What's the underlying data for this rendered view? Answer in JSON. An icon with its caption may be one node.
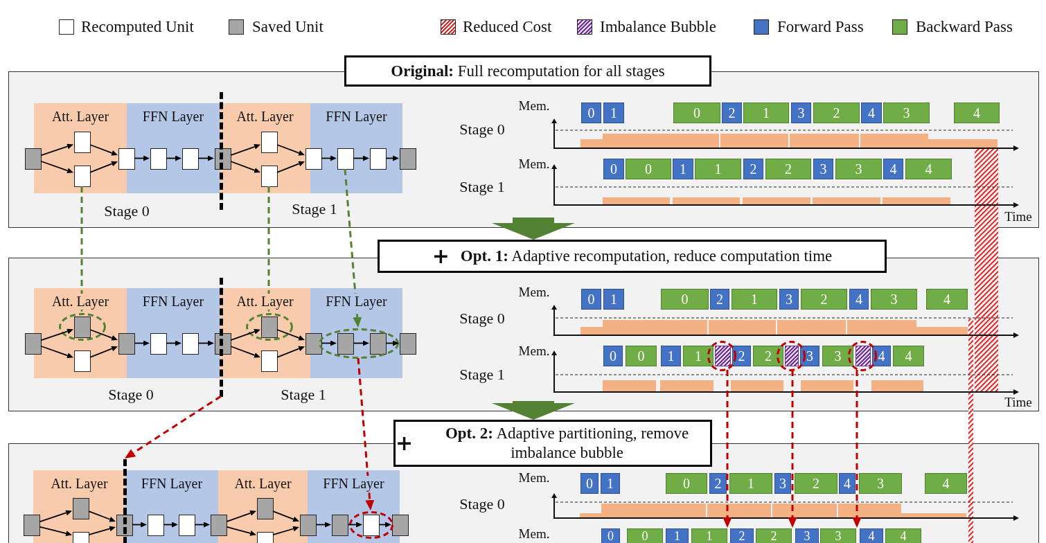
{
  "diagram": {
    "nodes": [
      {
        "text": [
          "**Original:** Full recomputation for all stages"
        ]
      },
      {
        "text": [],
        "shape": "box"
      },
      {
        "text": [
          "Att. Layer"
        ],
        "in": 1
      },
      {
        "text": [
          "FFN Layer"
        ],
        "in": 1
      },
      {
        "text": [
          "Att. Layer"
        ],
        "in": 1
      },
      {
        "text": [
          "FFN Layer"
        ],
        "in": 1
      },
      {
        "text": [],
        "shape": "box",
        "in": 1
      },
      {
        "text": [],
        "shape": "box",
        "in": 2
      },
      {
        "text": [],
        "shape": "box",
        "in": 2
      },
      {
        "text": [],
        "shape": "box",
        "in": 1
      },
      {
        "text": [],
        "shape": "box",
        "in": 3
      },
      {
        "text": [],
        "shape": "box",
        "in": 3
      },
      {
        "text": [],
        "shape": "box",
        "in": 1
      },
      {
        "text": [],
        "shape": "box",
        "in": 4
      },
      {
        "text": [],
        "shape": "box",
        "in": 4
      },
      {
        "text": [],
        "shape": "box",
        "in": 1
      },
      {
        "text": [],
        "shape": "box",
        "in": 5
      },
      {
        "text": [],
        "shape": "box",
        "in": 5
      },
      {
        "text": [],
        "shape": "box",
        "in": 1
      },
      {
        "text": [],
        "shape": "bar",
        "in": 1
      },
      {
        "text": [
          "0"
        ],
        "in": 1
      },
      {
        "text": [
          "1"
        ],
        "in": 1
      },
      {
        "text": [
          "0"
        ],
        "in": 1
      },
      {
        "text": [
          "2"
        ],
        "in": 1
      },
      {
        "text": [
          "1"
        ],
        "in": 1
      },
      {
        "text": [
          "3"
        ],
        "in": 1
      },
      {
        "text": [
          "2"
        ],
        "in": 1
      },
      {
        "text": [
          "4"
        ],
        "in": 1
      },
      {
        "text": [
          "3"
        ],
        "in": 1
      },
      {
        "text": [
          "4"
        ],
        "in": 1
      },
      {
        "text": [
          "0"
        ],
        "in": 1
      },
      {
        "text": [
          "0"
        ],
        "in": 1
      },
      {
        "text": [
          "1"
        ],
        "in": 1
      },
      {
        "text": [
          "1"
        ],
        "in": 1
      },
      {
        "text": [
          "2"
        ],
        "in": 1
      },
      {
        "text": [
          "2"
        ],
        "in": 1
      },
      {
        "text": [
          "3"
        ],
        "in": 1
      },
      {
        "text": [
          "3"
        ],
        "in": 1
      },
      {
        "text": [
          "4"
        ],
        "in": 1
      },
      {
        "text": [
          "4"
        ],
        "in": 1
      },
      {
        "text": [
          "+",
          "**Opt. 1:** Adaptive recomputation, reduce computation time"
        ]
      },
      {
        "text": [],
        "shape": "box"
      },
      {
        "text": [
          "Att. Layer"
        ],
        "in": 41
      },
      {
        "text": [
          "FFN Layer"
        ],
        "in": 41
      },
      {
        "text": [
          "Att. Layer"
        ],
        "in": 41
      },
      {
        "text": [
          "FFN Layer"
        ],
        "in": 41
      },
      {
        "text": [],
        "shape": "circle",
        "in": 42
      },
      {
        "text": [],
        "shape": "circle",
        "in": 44
      },
      {
        "text": [],
        "shape": "circle",
        "in": 45
      },
      {
        "text": [],
        "shape": "box",
        "in": 41
      },
      {
        "text": [],
        "shape": "box",
        "in": 46
      },
      {
        "text": [],
        "shape": "box",
        "in": 42
      },
      {
        "text": [],
        "shape": "box",
        "in": 41
      },
      {
        "text": [],
        "shape": "box",
        "in": 43
      },
      {
        "text": [],
        "shape": "box",
        "in": 43
      },
      {
        "text": [],
        "shape": "box",
        "in": 41
      },
      {
        "text": [],
        "shape": "box",
        "in": 47
      },
      {
        "text": [],
        "shape": "box",
        "in": 44
      },
      {
        "text": [],
        "shape": "box",
        "in": 41
      },
      {
        "text": [],
        "shape": "box",
        "in": 48
      },
      {
        "text": [],
        "shape": "box",
        "in": 48
      },
      {
        "text": [],
        "shape": "box",
        "in": 41
      },
      {
        "text": [],
        "shape": "bar",
        "in": 41
      },
      {
        "text": [
          "0"
        ],
        "in": 41
      },
      {
        "text": [
          "1"
        ],
        "in": 41
      },
      {
        "text": [
          "0"
        ],
        "in": 41
      },
      {
        "text": [
          "2"
        ],
        "in": 41
      },
      {
        "text": [
          "1"
        ],
        "in": 41
      },
      {
        "text": [
          "3"
        ],
        "in": 41
      },
      {
        "text": [
          "2"
        ],
        "in": 41
      },
      {
        "text": [
          "4"
        ],
        "in": 41
      },
      {
        "text": [
          "3"
        ],
        "in": 41
      },
      {
        "text": [
          "4"
        ],
        "in": 41
      },
      {
        "text": [],
        "shape": "circle",
        "in": 41
      },
      {
        "text": [],
        "shape": "circle",
        "in": 41
      },
      {
        "text": [],
        "shape": "circle",
        "in": 41
      },
      {
        "text": [
          "0"
        ],
        "in": 41
      },
      {
        "text": [
          "0"
        ],
        "in": 41
      },
      {
        "text": [
          "1"
        ],
        "in": 41
      },
      {
        "text": [
          "1"
        ],
        "in": 41
      },
      {
        "text": [],
        "shape": "box",
        "in": 73
      },
      {
        "text": [
          "2"
        ],
        "in": 41
      },
      {
        "text": [
          "2"
        ],
        "in": 41
      },
      {
        "text": [],
        "shape": "box",
        "in": 74
      },
      {
        "text": [
          "3"
        ],
        "in": 41
      },
      {
        "text": [
          "3"
        ],
        "in": 41
      },
      {
        "text": [],
        "shape": "box",
        "in": 75
      },
      {
        "text": [
          "4"
        ],
        "in": 41
      },
      {
        "text": [
          "4"
        ],
        "in": 41
      },
      {
        "text": [
          "+",
          "**Opt. 2:** Adaptive partitioning, remove imbalance bubble"
        ]
      },
      {
        "text": [],
        "shape": "box"
      },
      {
        "text": [
          "Att. Layer"
        ],
        "in": 90
      },
      {
        "text": [
          "FFN Layer"
        ],
        "in": 90
      },
      {
        "text": [
          "Att. Layer"
        ],
        "in": 90
      },
      {
        "text": [
          "FFN Layer"
        ],
        "in": 90
      },
      {
        "text": [],
        "shape": "circle",
        "in": 94
      },
      {
        "text": [],
        "shape": "box",
        "in": 90
      },
      {
        "text": [],
        "shape": "box",
        "in": 91
      },
      {
        "text": [],
        "shape": "box",
        "in": 91
      },
      {
        "text": [],
        "shape": "box",
        "in": 90
      },
      {
        "text": [],
        "shape": "box",
        "in": 92
      },
      {
        "text": [],
        "shape": "box",
        "in": 92
      },
      {
        "text": [],
        "shape": "box",
        "in": 90
      },
      {
        "text": [],
        "shape": "box",
        "in": 93
      },
      {
        "text": [],
        "shape": "box",
        "in": 93
      },
      {
        "text": [],
        "shape": "box",
        "in": 90
      },
      {
        "text": [],
        "shape": "box",
        "in": 94
      },
      {
        "text": [],
        "shape": "box",
        "in": 95
      },
      {
        "text": [],
        "shape": "box",
        "in": 90
      },
      {
        "text": [],
        "shape": "bar",
        "in": 90
      },
      {
        "text": [
          "0"
        ],
        "in": 90
      },
      {
        "text": [
          "1"
        ],
        "in": 90
      },
      {
        "text": [
          "0"
        ],
        "in": 90
      },
      {
        "text": [
          "2"
        ],
        "in": 90
      },
      {
        "text": [
          "1"
        ],
        "in": 90
      },
      {
        "text": [
          "3"
        ],
        "in": 90
      },
      {
        "text": [
          "2"
        ],
        "in": 90
      },
      {
        "text": [
          "4"
        ],
        "in": 90
      },
      {
        "text": [
          "3"
        ],
        "in": 90
      },
      {
        "text": [
          "4"
        ],
        "in": 90
      },
      {
        "text": [
          "0"
        ],
        "in": 90
      },
      {
        "text": [
          "0"
        ],
        "in": 90
      },
      {
        "text": [
          "1"
        ],
        "in": 90
      },
      {
        "text": [
          "1"
        ],
        "in": 90
      },
      {
        "text": [
          "2"
        ],
        "in": 90
      },
      {
        "text": [
          "2"
        ],
        "in": 90
      },
      {
        "text": [
          "3"
        ],
        "in": 90
      },
      {
        "text": [
          "3"
        ],
        "in": 90
      },
      {
        "text": [
          "4"
        ],
        "in": 90
      },
      {
        "text": [
          "4"
        ],
        "in": 90
      }
    ],
    "edges": [
      {
        "from": 6,
        "to": 7,
        "arrow": "to"
      },
      {
        "from": 6,
        "to": 8,
        "arrow": "to"
      },
      {
        "from": 7,
        "to": 9,
        "arrow": "to"
      },
      {
        "from": 8,
        "to": 9,
        "arrow": "to"
      },
      {
        "from": 9,
        "to": 10,
        "arrow": "to"
      },
      {
        "from": 10,
        "to": 11,
        "arrow": "to"
      },
      {
        "from": 11,
        "to": 12,
        "arrow": "to"
      },
      {
        "from": 12,
        "to": 13,
        "arrow": "to"
      },
      {
        "from": 12,
        "to": 14,
        "arrow": "to"
      },
      {
        "from": 13,
        "to": 15,
        "arrow": "to"
      },
      {
        "from": 14,
        "to": 15,
        "arrow": "to"
      },
      {
        "from": 15,
        "to": 16,
        "arrow": "to"
      },
      {
        "from": 16,
        "to": 17,
        "arrow": "to"
      },
      {
        "from": 17,
        "to": 18,
        "arrow": "to"
      },
      {
        "from": 49,
        "to": 50,
        "arrow": "to"
      },
      {
        "from": 49,
        "to": 51,
        "arrow": "to"
      },
      {
        "from": 50,
        "to": 52,
        "arrow": "to"
      },
      {
        "from": 51,
        "to": 52,
        "arrow": "to"
      },
      {
        "from": 52,
        "to": 53,
        "arrow": "to"
      },
      {
        "from": 53,
        "to": 54,
        "arrow": "to"
      },
      {
        "from": 54,
        "to": 55,
        "arrow": "to"
      },
      {
        "from": 55,
        "to": 56,
        "arrow": "to"
      },
      {
        "from": 55,
        "to": 57,
        "arrow": "to"
      },
      {
        "from": 56,
        "to": 58,
        "arrow": "to"
      },
      {
        "from": 57,
        "to": 58,
        "arrow": "to"
      },
      {
        "from": 58,
        "to": 59,
        "arrow": "to"
      },
      {
        "from": 59,
        "to": 60,
        "arrow": "to"
      },
      {
        "from": 60,
        "to": 61,
        "arrow": "to"
      },
      {
        "from": 96,
        "to": 97,
        "arrow": "to"
      },
      {
        "from": 96,
        "to": 98,
        "arrow": "to"
      },
      {
        "from": 97,
        "to": 99,
        "arrow": "to"
      },
      {
        "from": 98,
        "to": 99,
        "arrow": "to"
      },
      {
        "from": 99,
        "to": 100,
        "arrow": "to"
      },
      {
        "from": 100,
        "to": 101,
        "arrow": "to"
      },
      {
        "from": 101,
        "to": 102,
        "arrow": "to"
      },
      {
        "from": 102,
        "to": 103,
        "arrow": "to"
      },
      {
        "from": 102,
        "to": 104,
        "arrow": "to"
      },
      {
        "from": 103,
        "to": 105,
        "arrow": "to"
      },
      {
        "from": 104,
        "to": 105,
        "arrow": "to"
      },
      {
        "from": 105,
        "to": 106,
        "arrow": "to"
      },
      {
        "from": 106,
        "to": 107,
        "arrow": "to"
      },
      {
        "from": 107,
        "to": 108,
        "arrow": "to"
      },
      {
        "from": 1,
        "to": 40,
        "arrow": "to",
        "style": "thick",
        "color": "#548235"
      },
      {
        "from": 41,
        "to": 89,
        "arrow": "to",
        "style": "thick",
        "color": "#548235"
      },
      {
        "from": 8,
        "to": 46,
        "arrow": "to",
        "style": "dashed",
        "color": "#548235"
      },
      {
        "from": 14,
        "to": 47,
        "arrow": "to",
        "style": "dashed",
        "color": "#548235"
      },
      {
        "from": 16,
        "to": 48,
        "arrow": "to",
        "style": "dashed",
        "color": "#548235"
      },
      {
        "from": 62,
        "to": 109,
        "arrow": "to",
        "style": "dashed",
        "color": "#c00000"
      },
      {
        "from": 48,
        "to": 95,
        "arrow": "to",
        "style": "dashed",
        "color": "#c00000"
      },
      {
        "from": 73,
        "to": 124,
        "arrow": "to",
        "style": "dashed",
        "color": "#c00000"
      },
      {
        "from": 74,
        "to": 126,
        "arrow": "to",
        "style": "dashed",
        "color": "#c00000"
      },
      {
        "from": 75,
        "to": 128,
        "arrow": "to",
        "style": "dashed",
        "color": "#c00000"
      }
    ],
    "labels": [
      "Stage 0",
      "Stage 1",
      "Mem.",
      "Stage 0",
      "Mem.",
      "Stage 1",
      "Time",
      "Stage 0",
      "Stage 1",
      "Mem.",
      "Stage 0",
      "Mem.",
      "Stage 1",
      "Time",
      "Mem.",
      "Stage 0",
      "Mem."
    ],
    "legend": [
      {
        "text": "Recomputed Unit",
        "color": "#ffffff"
      },
      {
        "text": "Saved Unit",
        "color": "#a6a6a6"
      },
      {
        "text": "Reduced Cost"
      },
      {
        "text": "Imbalance Bubble"
      },
      {
        "text": "Forward Pass",
        "color": "#4472c4"
      },
      {
        "text": "Backward Pass",
        "color": "#70ad47"
      }
    ]
  }
}
